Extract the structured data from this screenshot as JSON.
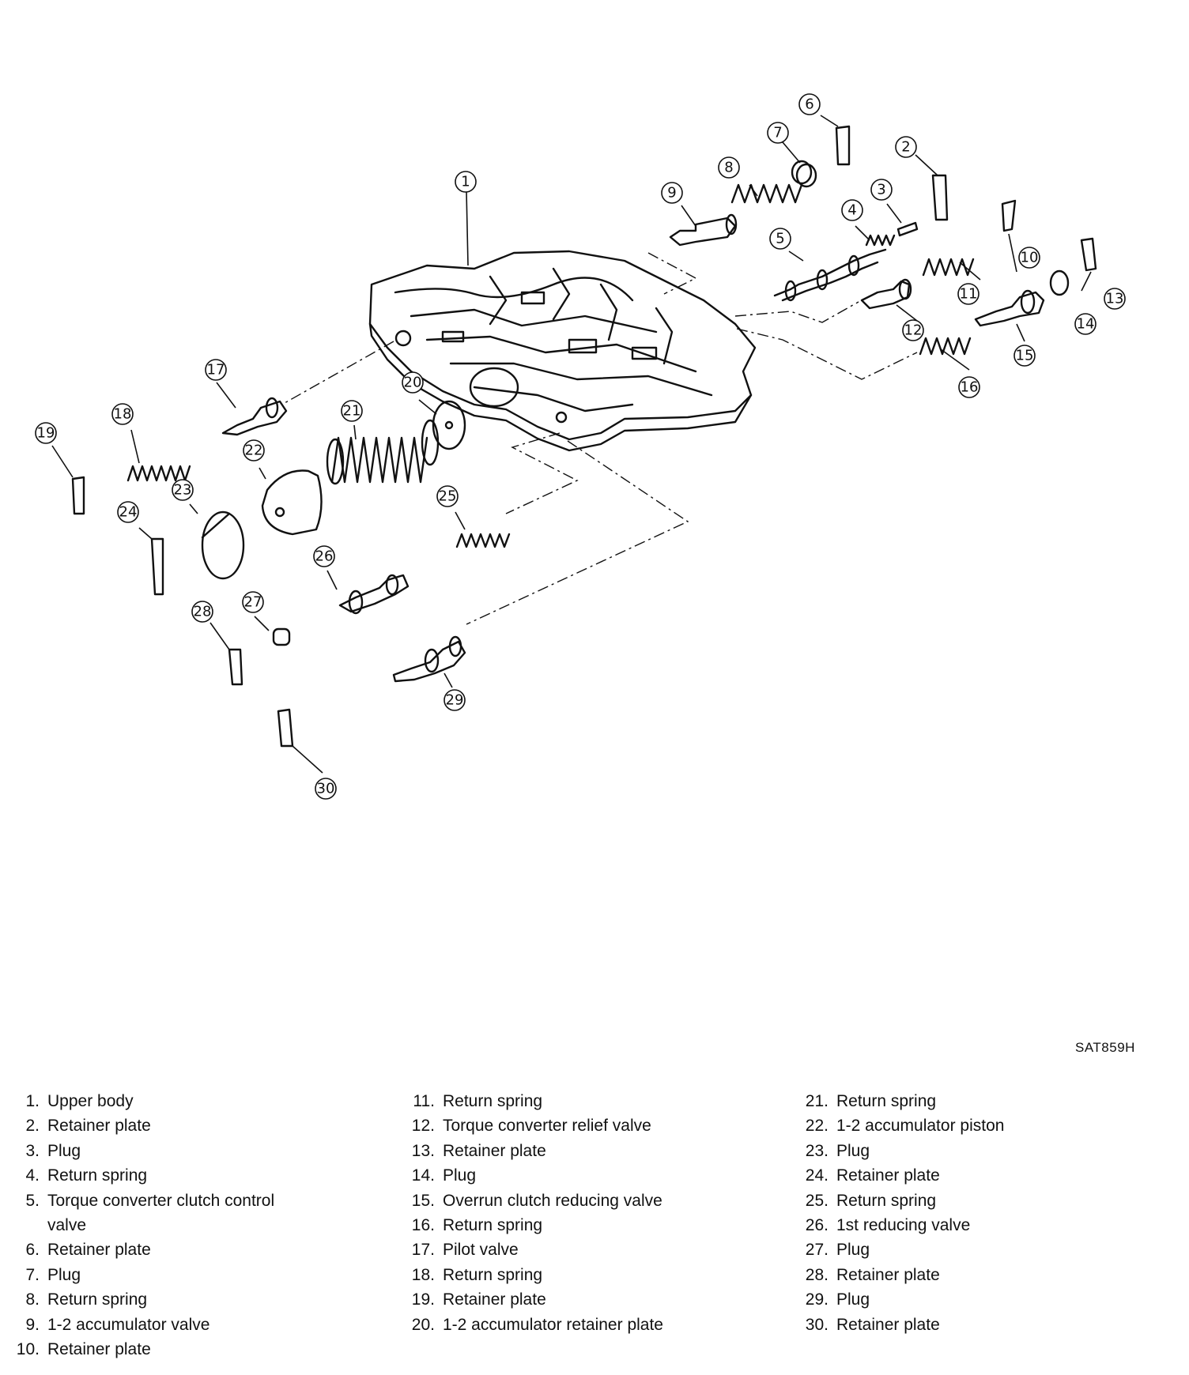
{
  "figure_code": "SAT859H",
  "legend": [
    {
      "num": "1.",
      "label": "Upper body"
    },
    {
      "num": "2.",
      "label": "Retainer plate"
    },
    {
      "num": "3.",
      "label": "Plug"
    },
    {
      "num": "4.",
      "label": "Return spring"
    },
    {
      "num": "5.",
      "label": "Torque converter clutch control\nvalve"
    },
    {
      "num": "6.",
      "label": "Retainer plate"
    },
    {
      "num": "7.",
      "label": "Plug"
    },
    {
      "num": "8.",
      "label": "Return spring"
    },
    {
      "num": "9.",
      "label": "1-2 accumulator valve"
    },
    {
      "num": "10.",
      "label": "Retainer plate"
    },
    {
      "num": "11.",
      "label": "Return spring"
    },
    {
      "num": "12.",
      "label": "Torque converter relief valve"
    },
    {
      "num": "13.",
      "label": "Retainer plate"
    },
    {
      "num": "14.",
      "label": "Plug"
    },
    {
      "num": "15.",
      "label": "Overrun clutch reducing valve"
    },
    {
      "num": "16.",
      "label": "Return spring"
    },
    {
      "num": "17.",
      "label": "Pilot valve"
    },
    {
      "num": "18.",
      "label": "Return spring"
    },
    {
      "num": "19.",
      "label": "Retainer plate"
    },
    {
      "num": "20.",
      "label": "1-2 accumulator retainer plate"
    },
    {
      "num": "21.",
      "label": "Return spring"
    },
    {
      "num": "22.",
      "label": "1-2 accumulator piston"
    },
    {
      "num": "23.",
      "label": "Plug"
    },
    {
      "num": "24.",
      "label": "Retainer plate"
    },
    {
      "num": "25.",
      "label": "Return spring"
    },
    {
      "num": "26.",
      "label": "1st reducing valve"
    },
    {
      "num": "27.",
      "label": "Plug"
    },
    {
      "num": "28.",
      "label": "Retainer plate"
    },
    {
      "num": "29.",
      "label": "Plug"
    },
    {
      "num": "30.",
      "label": "Retainer plate"
    }
  ],
  "callouts": [
    "1",
    "2",
    "3",
    "4",
    "5",
    "6",
    "7",
    "8",
    "9",
    "10",
    "11",
    "12",
    "13",
    "14",
    "15",
    "16",
    "17",
    "18",
    "19",
    "20",
    "21",
    "22",
    "23",
    "24",
    "25",
    "26",
    "27",
    "28",
    "29",
    "30"
  ]
}
